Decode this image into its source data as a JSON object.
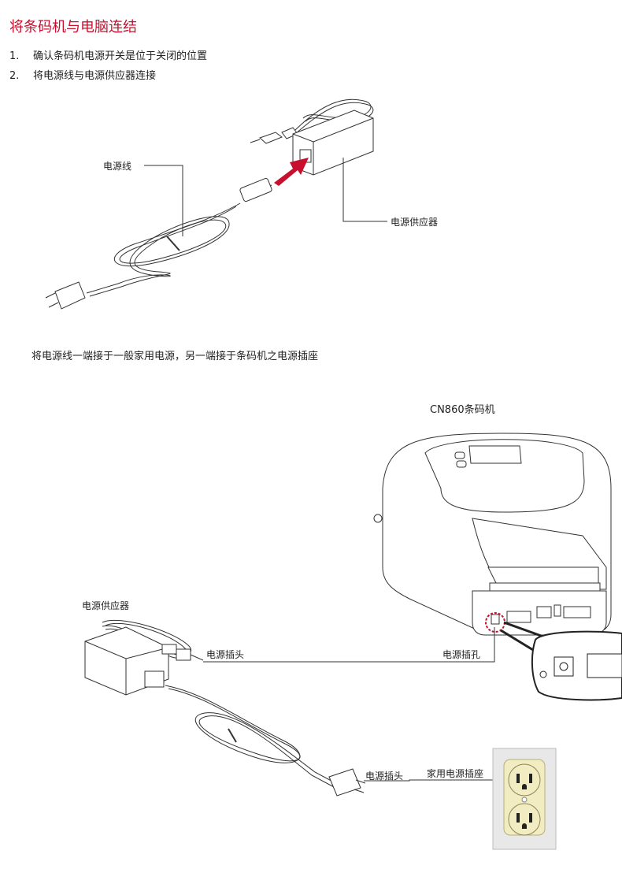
{
  "title": "将条码机与电脑连结",
  "steps": [
    {
      "num": "1.",
      "text": "确认条码机电源开关是位于关闭的位置"
    },
    {
      "num": "2.",
      "text": "将电源线与电源供应器连接"
    }
  ],
  "figure1": {
    "cord_label": "电源线",
    "adapter_label": "电源供应器"
  },
  "note": "将电源线一端接于一般家用电源，另一端接于条码机之电源插座",
  "figure2": {
    "printer_label": "CN860条码机",
    "adapter_label": "电源供应器",
    "dc_plug_label": "电源插头",
    "power_jack_label": "电源插孔",
    "ac_plug_label": "电源插头",
    "outlet_label": "家用电源插座"
  },
  "colors": {
    "title": "#c8102e",
    "arrow": "#c8102e",
    "outlet": "#f1ecc2",
    "plate": "#e8e8e8"
  }
}
